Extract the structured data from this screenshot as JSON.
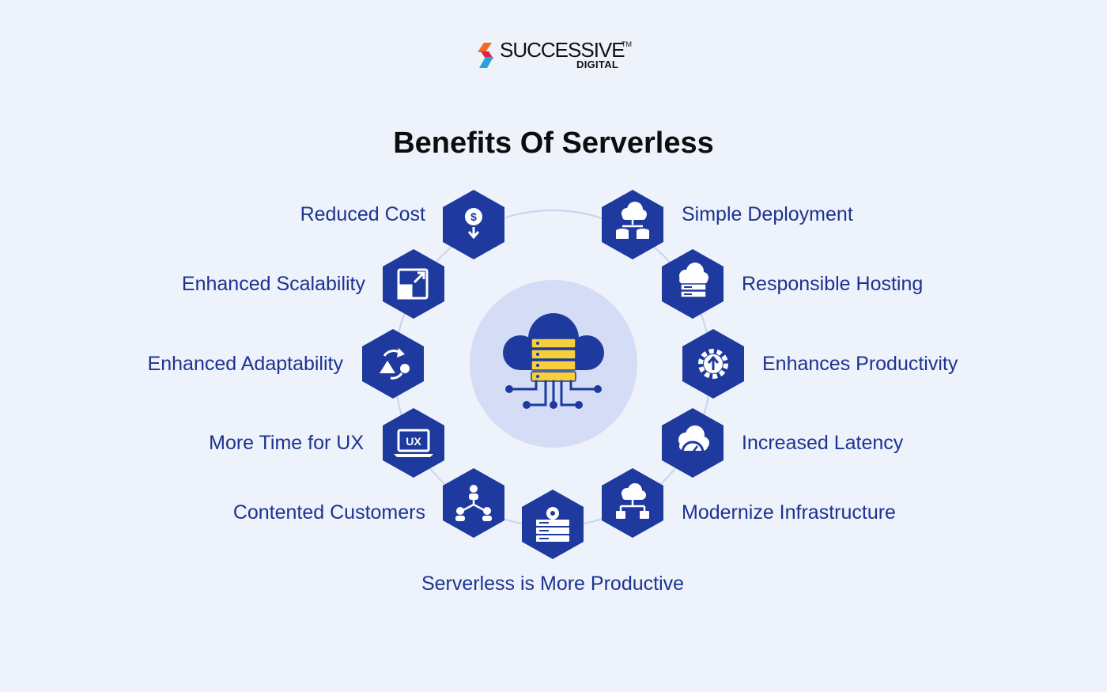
{
  "logo": {
    "name": "SUCCESSIVE",
    "trademark": "TM",
    "sub": "DIGITAL"
  },
  "title": "Benefits Of Serverless",
  "benefits": {
    "reduced_cost": "Reduced Cost",
    "enhanced_scalability": "Enhanced Scalability",
    "enhanced_adaptability": "Enhanced Adaptability",
    "more_time_ux": "More Time for UX",
    "contented_customers": "Contented Customers",
    "serverless_productive": "Serverless is More Productive",
    "modernize_infrastructure": "Modernize Infrastructure",
    "increased_latency": "Increased Latency",
    "enhances_productivity": "Enhances Productivity",
    "responsible_hosting": "Responsible Hosting",
    "simple_deployment": "Simple Deployment"
  },
  "icons": {
    "center": "cloud-server-network-icon",
    "reduced_cost": "dollar-down-icon",
    "enhanced_scalability": "resize-arrow-icon",
    "enhanced_adaptability": "cycle-shapes-icon",
    "more_time_ux": "ux-laptop-icon",
    "contented_customers": "people-hierarchy-icon",
    "serverless_productive": "server-gear-icon",
    "modernize_infrastructure": "cloud-network-icon",
    "increased_latency": "cloud-gauge-icon",
    "enhances_productivity": "gear-upload-icon",
    "responsible_hosting": "cloud-server-icon",
    "simple_deployment": "cloud-database-icon"
  },
  "colors": {
    "background": "#eef2fb",
    "hexagon": "#1e3a9e",
    "label": "#1c3391",
    "center_circle": "#d4dcf6",
    "center_server": "#f6cf3a"
  }
}
